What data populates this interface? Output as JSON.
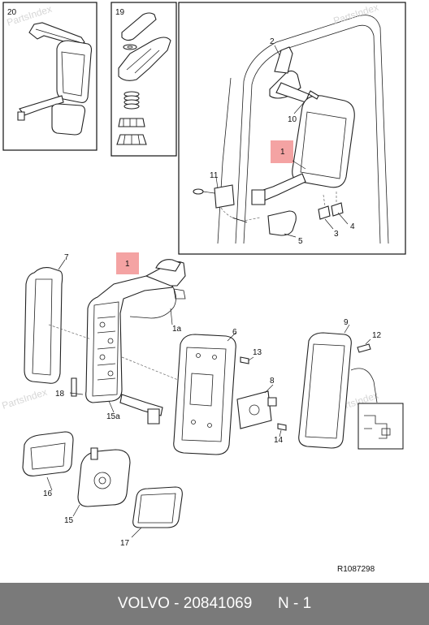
{
  "watermark": "PartsIndex",
  "labels": {
    "l20": "20",
    "l19": "19",
    "l2": "2",
    "l10": "10",
    "l1top": "1",
    "l11": "11",
    "l4": "4",
    "l3": "3",
    "l5": "5",
    "l7": "7",
    "l1main": "1",
    "l1a": "1a",
    "l6": "6",
    "l13": "13",
    "l9": "9",
    "l12": "12",
    "l18": "18",
    "l15a": "15a",
    "l8": "8",
    "l14": "14",
    "l16": "16",
    "l15": "15",
    "l17": "17"
  },
  "reference": "R1087298",
  "footer": {
    "brand": "VOLVO",
    "separator": "-",
    "part_number": "20841069",
    "position": "N - 1"
  },
  "colors": {
    "highlight": "#f4a3a3",
    "footer_bg": "#7a7a7a",
    "footer_text": "#ffffff"
  }
}
